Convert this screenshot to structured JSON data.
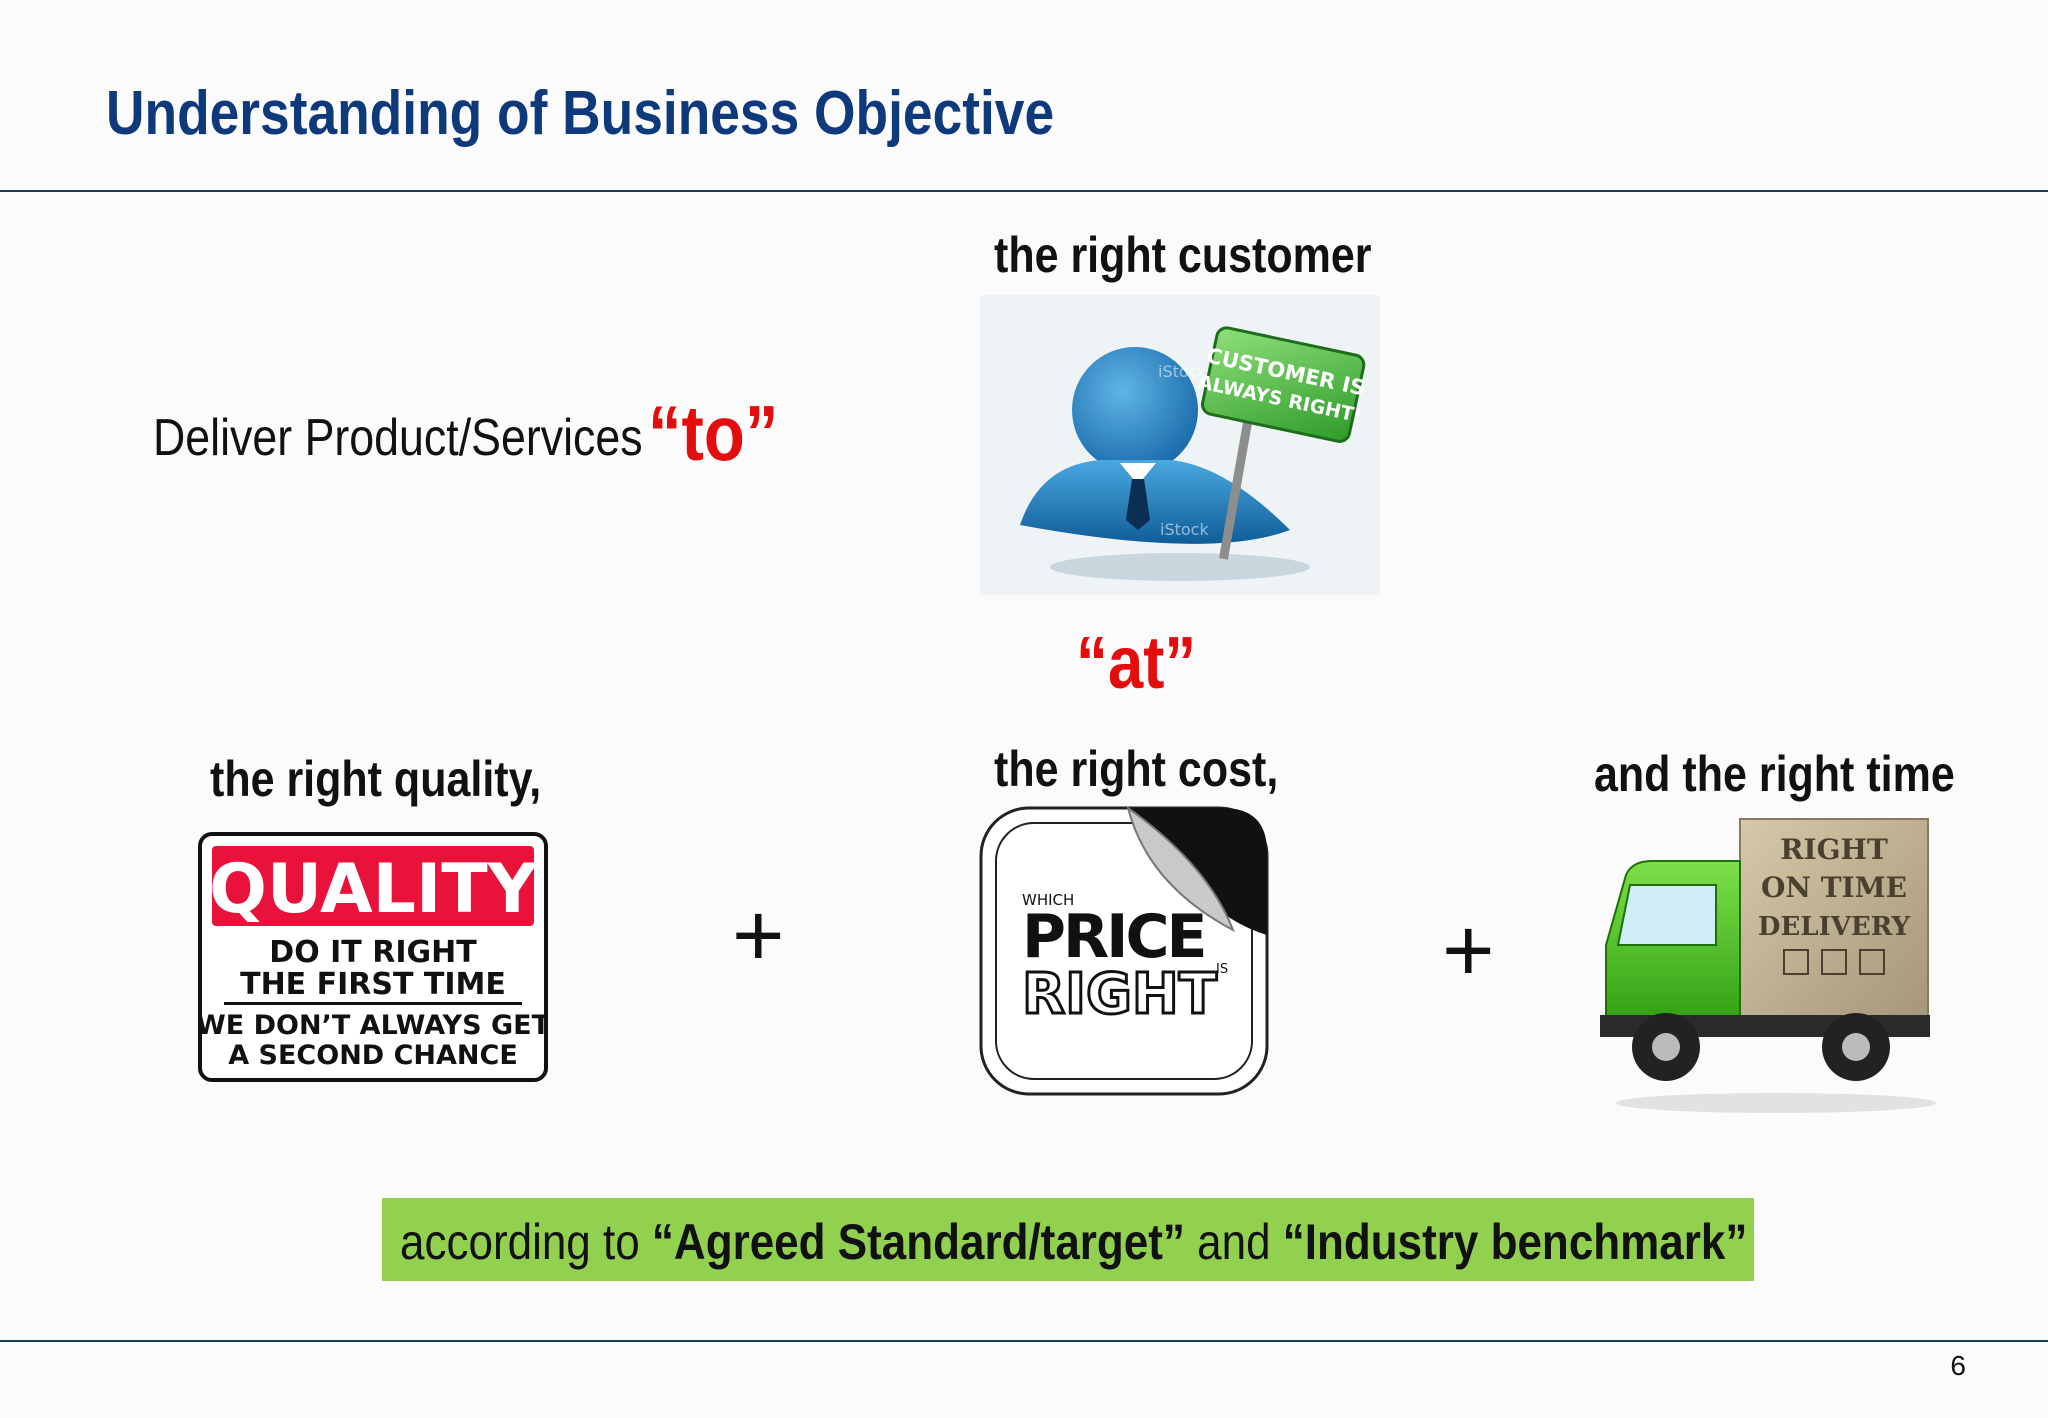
{
  "slide": {
    "title": "Understanding of Business Objective",
    "page_number": "6"
  },
  "statements": {
    "deliver": "Deliver Product/Services",
    "to_word": "“to”",
    "at_word": "“at”",
    "customer": "the right customer",
    "quality": "the right quality,",
    "cost": "the right cost,",
    "time": "and the right  time",
    "plus": "+"
  },
  "images": {
    "customer_sign": [
      "CUSTOMER IS",
      "ALWAYS RIGHT!"
    ],
    "customer_watermark": "iStock",
    "quality_sign": {
      "header": "QUALITY",
      "line1": "DO IT RIGHT",
      "line2": "THE FIRST TIME",
      "line3": "WE DON’T ALWAYS GET",
      "line4": "A SECOND CHANCE"
    },
    "price_sign": {
      "which": "WHICH",
      "price": "PRICE",
      "right": "RIGHT",
      "is": "IS"
    },
    "truck_box": [
      "RIGHT",
      "ON TIME",
      "DELIVERY"
    ]
  },
  "footer": {
    "prefix": "according to ",
    "term1": "“Agreed Standard/target”",
    "middle": " and ",
    "term2": "“Industry benchmark”"
  },
  "colors": {
    "title": "#0e3a7c",
    "emphasis": "#e30d0d",
    "footer_bar": "#92d050",
    "rule": "#1f3d5a"
  }
}
